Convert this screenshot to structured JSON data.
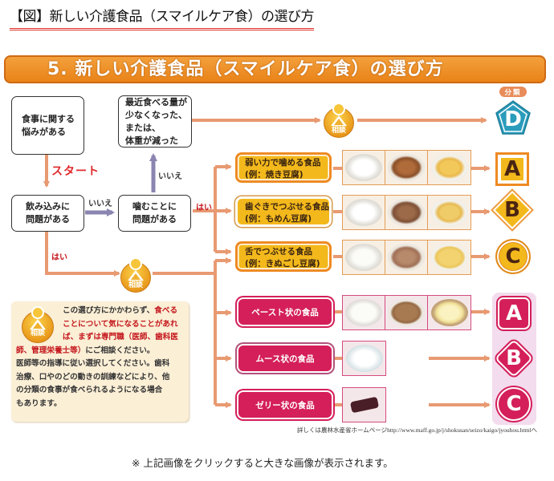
{
  "page_heading": "【図】新しい介護食品（スマイルケア食）の選び方",
  "banner_title": "5. 新しい介護食品（スマイルケア食）の選び方",
  "flow": {
    "start_box": [
      "食事に関する",
      "悩みがある"
    ],
    "start_label": "スタート",
    "swallow_box": [
      "飲み込みに",
      "問題がある"
    ],
    "chew_box": [
      "噛むことに",
      "問題がある"
    ],
    "appetite_box": [
      "最近食べる量が",
      "少なくなった、",
      "または、",
      "体重が減った"
    ],
    "label_no_1": "いいえ",
    "label_no_2": "いいえ",
    "label_yes_chew": "はい",
    "label_yes_swallow": "はい",
    "consult_label": "相談"
  },
  "classification_header": "分類",
  "chewing_foods": [
    {
      "title": "弱い力で噛める食品",
      "example": "(例：焼き豆腐)",
      "class": "A",
      "photos": [
        "rice-porridge",
        "simmered-vegetables",
        "rolled-omelette"
      ]
    },
    {
      "title": "歯ぐきでつぶせる食品",
      "example": "(例：もめん豆腐)",
      "class": "B",
      "photos": [
        "rice-porridge",
        "simmered-vegetables",
        "rolled-omelette-spoon"
      ]
    },
    {
      "title": "舌でつぶせる食品",
      "example": "(例：きぬごし豆腐)",
      "class": "C",
      "photos": [
        "rice-porridge",
        "stew",
        "scrambled-egg"
      ]
    }
  ],
  "swallowing_foods": [
    {
      "title": "ペースト状の食品",
      "class": "A",
      "photos": [
        "paste-porridge",
        "paste-meat",
        "paste-custard"
      ]
    },
    {
      "title": "ムース状の食品",
      "class": "B",
      "photos": [
        "mousse"
      ]
    },
    {
      "title": "ゼリー状の食品",
      "class": "C",
      "photos": [
        "jelly"
      ]
    }
  ],
  "class_d": "D",
  "note": {
    "consult_label": "相談",
    "line1_plain": "この選び方にかかわらず、",
    "line1_em": "食べる",
    "line2_em": "ことについて気になることがあれ",
    "line3_em": "ば、まずは専門職（医師、歯科医",
    "line4_em": "師、管理栄養士等）",
    "line4_plain": "にご相談ください。",
    "line5": "医師等の指導に従い選択してください。歯科",
    "line6": "治療、口やのどの動きの訓練などにより、他",
    "line7": "の分類の食事が食べられるようになる場合",
    "line8": "もあります。"
  },
  "source_text": "詳しくは農林水産省ホームページhttp://www.maff.go.jp/j/shokusan/seizo/kaigo/jyouhou.htmlへ",
  "caption": "※ 上記画像をクリックすると大きな画像が表示されます。",
  "colors": {
    "banner": "#e98318",
    "chewing_yellow": "#f3b81c",
    "chewing_border": "#ee8a22",
    "swallowing_pink": "#d41f5a",
    "class_d_teal": "#2a9cbc",
    "arrow_orange": "#e89a72",
    "arrow_purple": "#8a85b0",
    "emphasis_red": "#c4141a"
  }
}
